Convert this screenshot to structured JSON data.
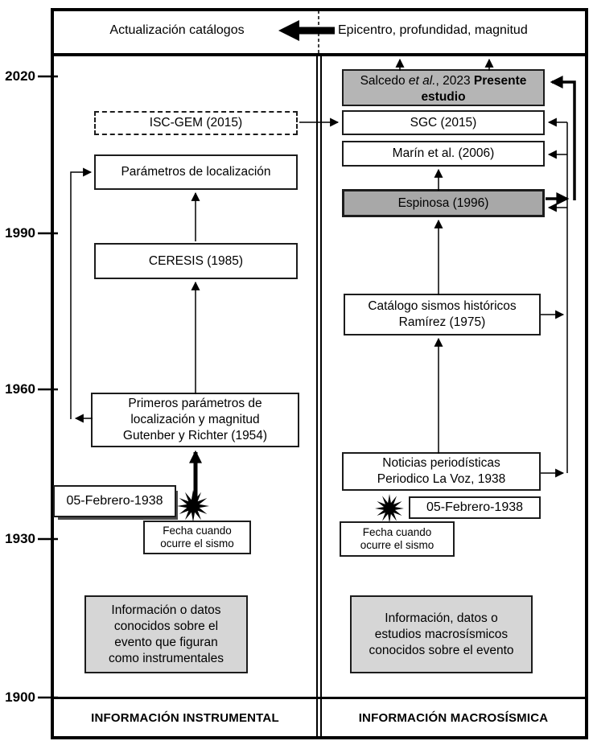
{
  "header": {
    "left_label": "Actualización catálogos",
    "right_label": "Epicentro, profundidad, magnitud"
  },
  "timeline": {
    "years": [
      "2020",
      "1990",
      "1960",
      "1930",
      "1900"
    ]
  },
  "boxes": {
    "isc_gem": {
      "label": "ISC-GEM (2015)"
    },
    "parametros": {
      "label": "Parámetros de localización"
    },
    "ceresis": {
      "label": "CERESIS (1985)"
    },
    "gutenberg": {
      "lines": [
        "Primeros parámetros de",
        "localización y magnitud",
        "Gutenber y Richter (1954)"
      ]
    },
    "fecha_izq": {
      "label": "05-Febrero-1938"
    },
    "fecha_nota_izq": {
      "lines": [
        "Fecha cuando",
        "ocurre el sismo"
      ]
    },
    "nota_izq": {
      "lines": [
        "Información o datos",
        "conocidos sobre el",
        "evento que figuran",
        "como instrumentales"
      ]
    },
    "salcedo": {
      "prefix": "Salcedo ",
      "etal": "et al.",
      "mid": ", 2023 ",
      "bold": "Presente estudio"
    },
    "sgc": {
      "label": "SGC (2015)"
    },
    "marin": {
      "label": "Marín et al. (2006)"
    },
    "espinosa": {
      "label": "Espinosa (1996)"
    },
    "catalogo": {
      "lines": [
        "Catálogo sismos históricos",
        "Ramírez (1975)"
      ]
    },
    "noticias": {
      "lines": [
        "Noticias periodísticas",
        "Periodico La Voz, 1938"
      ]
    },
    "fecha_der": {
      "label": "05-Febrero-1938"
    },
    "fecha_nota_der": {
      "lines": [
        "Fecha cuando",
        "ocurre el sismo"
      ]
    },
    "nota_der": {
      "lines": [
        "Información, datos o",
        "estudios macrosísmicos",
        "conocidos sobre el evento"
      ]
    }
  },
  "footer": {
    "left": "INFORMACIÓN INSTRUMENTAL",
    "right": "INFORMACIÓN MACROSÍSMICA"
  },
  "icons": {
    "earthquake": "starburst"
  },
  "colors": {
    "line": "#000000",
    "box_gray_mid": "#b5b5b5",
    "box_gray_dark": "#a8a8a8",
    "note_gray": "#d6d6d6"
  }
}
